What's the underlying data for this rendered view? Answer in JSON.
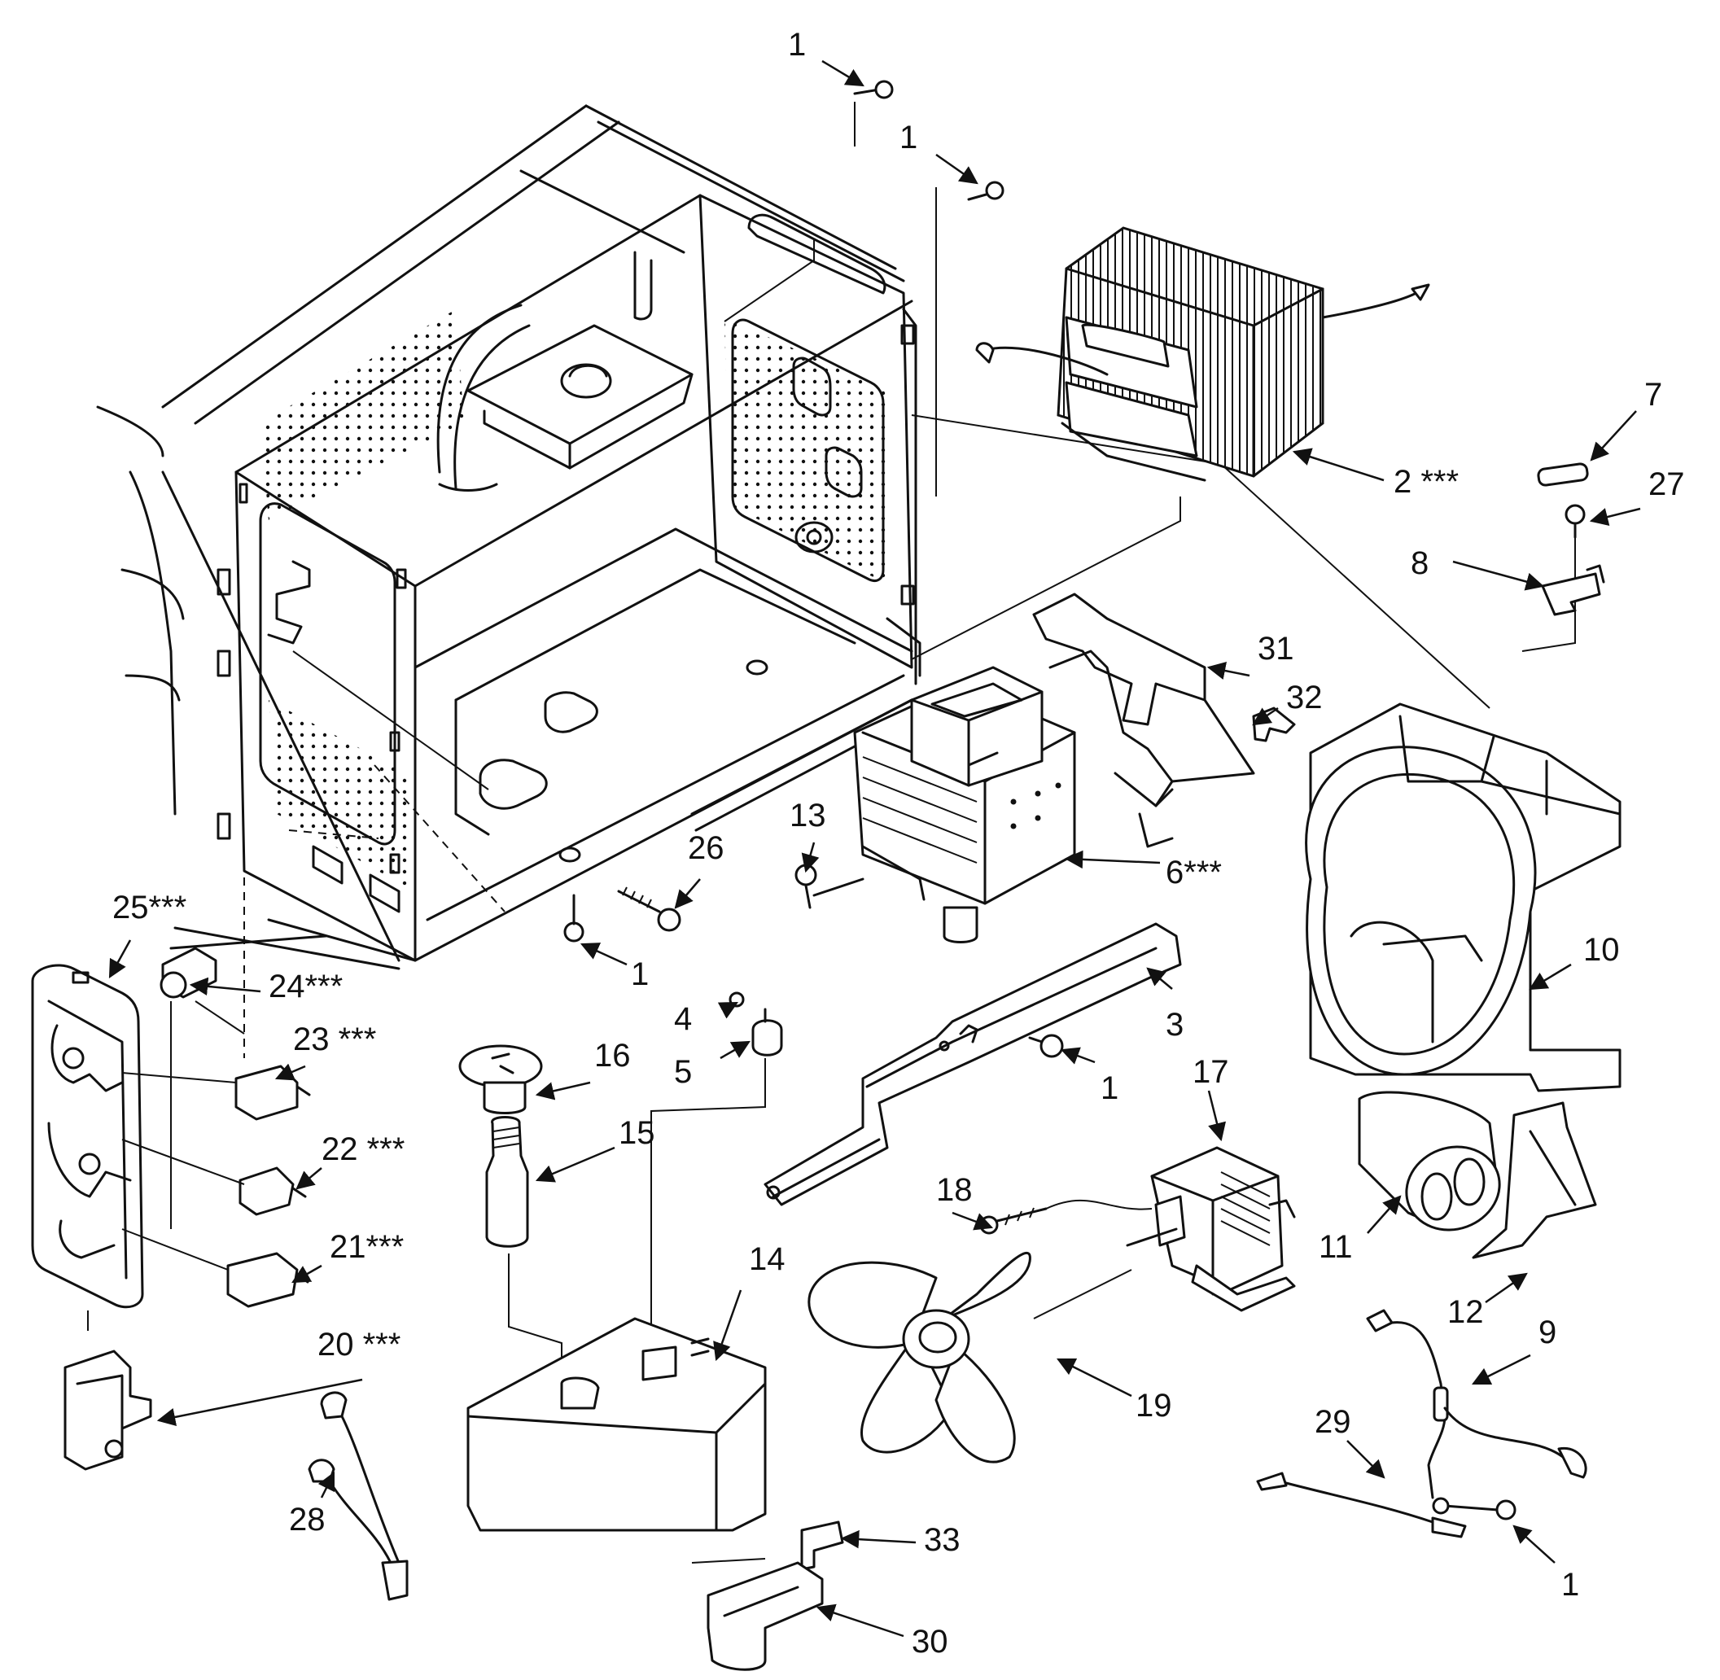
{
  "colors": {
    "ink": "#111111",
    "paper": "#ffffff"
  },
  "callouts": [
    {
      "id": "c1a",
      "text": "1"
    },
    {
      "id": "c1b",
      "text": "1"
    },
    {
      "id": "c1c",
      "text": "1"
    },
    {
      "id": "c1d",
      "text": "1"
    },
    {
      "id": "c1e",
      "text": "1"
    },
    {
      "id": "c2",
      "text": "2 ***"
    },
    {
      "id": "c3",
      "text": "3"
    },
    {
      "id": "c4",
      "text": "4"
    },
    {
      "id": "c5",
      "text": "5"
    },
    {
      "id": "c6",
      "text": "6***"
    },
    {
      "id": "c7",
      "text": "7"
    },
    {
      "id": "c8",
      "text": "8"
    },
    {
      "id": "c9",
      "text": "9"
    },
    {
      "id": "c10",
      "text": "10"
    },
    {
      "id": "c11",
      "text": "11"
    },
    {
      "id": "c12",
      "text": "12"
    },
    {
      "id": "c13",
      "text": "13"
    },
    {
      "id": "c14",
      "text": "14"
    },
    {
      "id": "c15",
      "text": "15"
    },
    {
      "id": "c16",
      "text": "16"
    },
    {
      "id": "c17",
      "text": "17"
    },
    {
      "id": "c18",
      "text": "18"
    },
    {
      "id": "c19",
      "text": "19"
    },
    {
      "id": "c20",
      "text": "20 ***"
    },
    {
      "id": "c21",
      "text": "21***"
    },
    {
      "id": "c22",
      "text": "22 ***"
    },
    {
      "id": "c23",
      "text": "23 ***"
    },
    {
      "id": "c24",
      "text": "24***"
    },
    {
      "id": "c25",
      "text": "25***"
    },
    {
      "id": "c26",
      "text": "26"
    },
    {
      "id": "c27",
      "text": "27"
    },
    {
      "id": "c28",
      "text": "28"
    },
    {
      "id": "c29",
      "text": "29"
    },
    {
      "id": "c30",
      "text": "30"
    },
    {
      "id": "c31",
      "text": "31"
    },
    {
      "id": "c32",
      "text": "32"
    },
    {
      "id": "c33",
      "text": "33"
    }
  ]
}
